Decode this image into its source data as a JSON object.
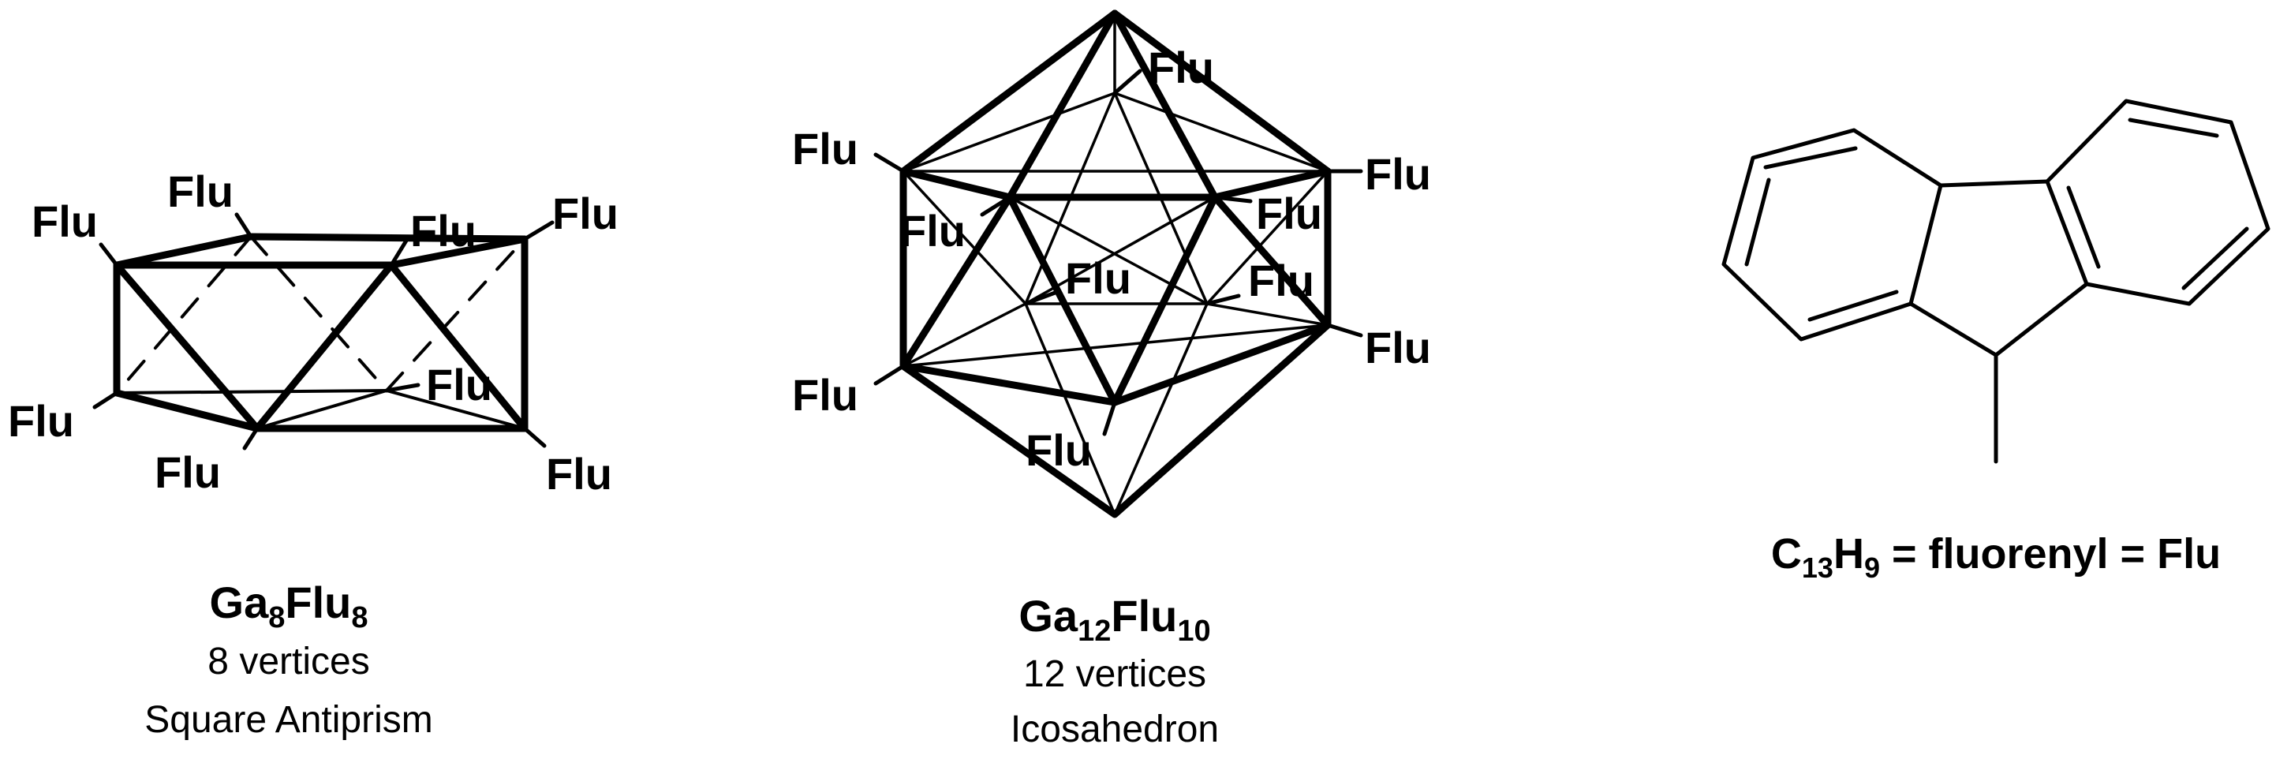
{
  "flu_label": "Flu",
  "clusters": [
    {
      "formula_base": "Ga",
      "formula_sub1": "8",
      "formula_mid": "Flu",
      "formula_sub2": "8",
      "vertices": "8 vertices",
      "shape": "Square Antiprism"
    },
    {
      "formula_base": "Ga",
      "formula_sub1": "12",
      "formula_mid": "Flu",
      "formula_sub2": "10",
      "vertices": "12 vertices",
      "shape": "Icosahedron"
    }
  ],
  "fluorenyl": {
    "caption_c": "C",
    "caption_c_sub": "13",
    "caption_h": "H",
    "caption_h_sub": "9",
    "caption_rest": " = fluorenyl = Flu"
  }
}
